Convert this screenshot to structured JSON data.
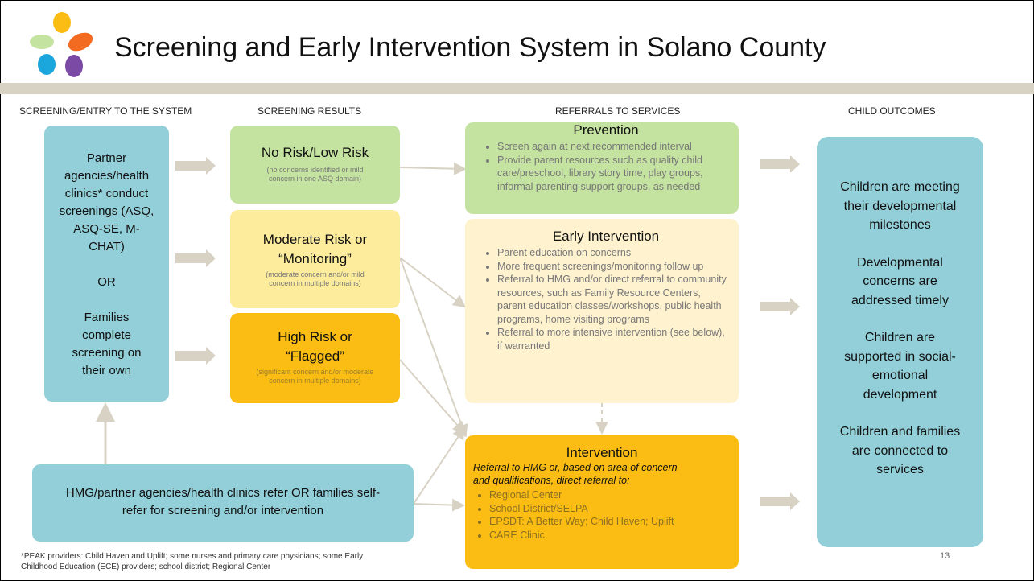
{
  "title": "Screening and Early Intervention System in Solano County",
  "columns": {
    "c1": "SCREENING/ENTRY TO THE SYSTEM",
    "c2": "SCREENING RESULTS",
    "c3": "REFERRALS TO SERVICES",
    "c4": "CHILD OUTCOMES"
  },
  "entry": {
    "lines": [
      "Partner",
      "agencies/health",
      "clinics* conduct",
      "screenings (ASQ,",
      "ASQ-SE, M-",
      "CHAT)",
      "",
      "OR",
      "",
      "Families",
      "complete",
      "screening on",
      "their own"
    ]
  },
  "hmg": {
    "line1": "HMG/partner agencies/health clinics refer OR families self-",
    "line2": "refer for screening and/or intervention"
  },
  "results": {
    "low": {
      "title": "No Risk/Low Risk",
      "sub1": "(no concerns identified or mild",
      "sub2": "concern in one ASQ domain)"
    },
    "moderate": {
      "title1": "Moderate Risk or",
      "title2": "“Monitoring”",
      "sub1": "(moderate concern and/or mild",
      "sub2": "concern in multiple domains)"
    },
    "high": {
      "title1": "High Risk or",
      "title2": "“Flagged”",
      "sub1": "(significant concern and/or moderate",
      "sub2": "concern in multiple domains)"
    }
  },
  "prevention": {
    "title": "Prevention",
    "items": [
      "Screen again at next recommended interval",
      "Provide parent resources such as quality child care/preschool, library story time, play groups, informal parenting support groups, as needed"
    ]
  },
  "early": {
    "title": "Early Intervention",
    "items": [
      "Parent education on concerns",
      "More frequent screenings/monitoring follow up",
      "Referral to HMG and/or direct referral to community resources, such as Family Resource Centers, parent education classes/workshops, public health programs, home visiting programs",
      "Referral to more intensive intervention (see below), if warranted"
    ]
  },
  "intervention": {
    "title": "Intervention",
    "intro1": "Referral to HMG or, based on area of concern",
    "intro2": "and qualifications, direct referral to:",
    "items": [
      "Regional Center",
      "School District/SELPA",
      "EPSDT: A Better Way; Child Haven; Uplift",
      "CARE Clinic"
    ]
  },
  "outcomes": {
    "o1": [
      "Children are meeting",
      "their developmental",
      "milestones"
    ],
    "o2": [
      "Developmental",
      "concerns are",
      "addressed timely"
    ],
    "o3": [
      "Children are",
      "supported in social-",
      "emotional",
      "development"
    ],
    "o4": [
      "Children and families",
      "are connected to",
      "services"
    ]
  },
  "footnote": {
    "line1": "*PEAK providers: Child Haven and Uplift; some nurses and primary care physicians; some Early",
    "line2": "Childhood Education (ECE) providers; school district; Regional Center"
  },
  "page_number": "13",
  "colors": {
    "teal": "#92cfd8",
    "green": "#c4e2a0",
    "light_yellow": "#fdec9c",
    "orange": "#fbbd14",
    "cream": "#fef2cf",
    "band": "#d8d2c4"
  }
}
